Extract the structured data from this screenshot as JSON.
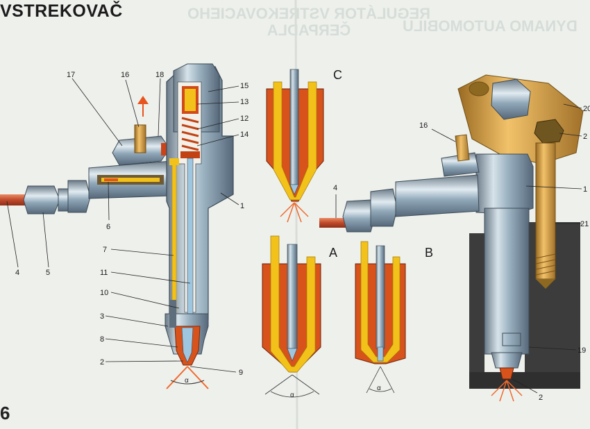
{
  "page": {
    "title": "VSTREKOVAČ",
    "page_number": "6",
    "bleed_through": {
      "left_line1": "REGULÁTOR VSTREKOVACIEHO",
      "left_line2": "ČERPADLA",
      "right": "DYNAMO AUTOMOBILU"
    }
  },
  "views": {
    "C": "C",
    "A": "A",
    "B": "B"
  },
  "callouts": {
    "left": [
      "17",
      "16",
      "18",
      "15",
      "13",
      "12",
      "14",
      "1",
      "6",
      "4",
      "5",
      "7",
      "11",
      "10",
      "3",
      "8",
      "2",
      "9"
    ],
    "right": [
      "16",
      "20",
      "2",
      "1",
      "4",
      "21",
      "19",
      "2"
    ]
  },
  "angle_symbol": "α",
  "colors": {
    "body_steel": "#b9c6cf",
    "body_shadow": "#5e6e7c",
    "nozzle_orange": "#e0541e",
    "fuel_yellow": "#f2c21a",
    "bracket_orange": "#e5a23a",
    "highlight_blue": "#6fb3e0",
    "dark_bg": "#3c3c3c"
  }
}
